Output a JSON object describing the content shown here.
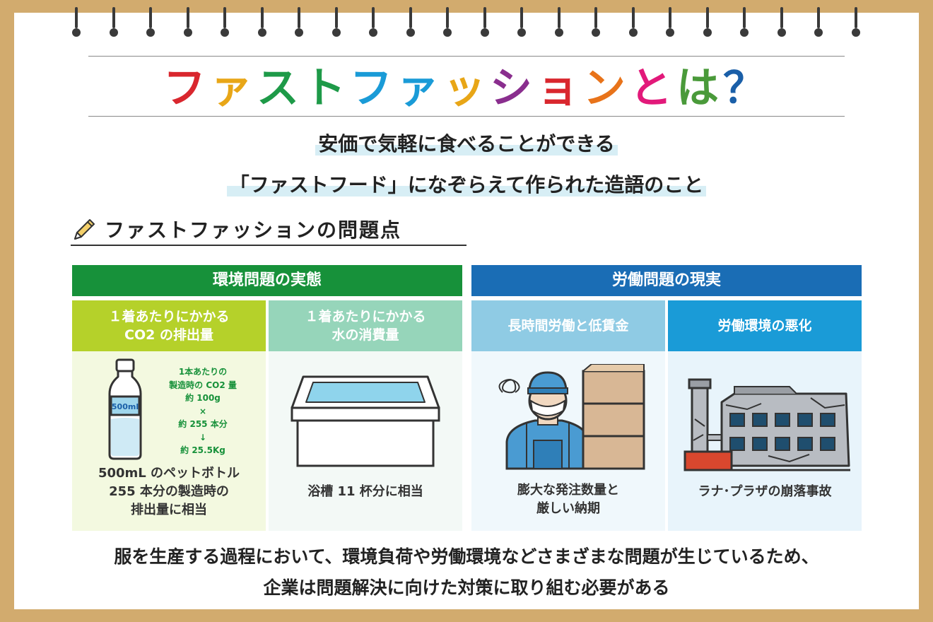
{
  "title": {
    "chars": [
      "フ",
      "ァ",
      "ス",
      "ト",
      "フ",
      "ァ",
      "ッ",
      "シ",
      "ョ",
      "ン",
      "と",
      "は",
      "？"
    ],
    "colors": [
      "#d9272e",
      "#e8a617",
      "#1e9a48",
      "#1e9a48",
      "#1a9bd7",
      "#1a9bd7",
      "#e8a617",
      "#8a2e8e",
      "#d9272e",
      "#e8731a",
      "#e2197a",
      "#4a9a3a",
      "#1a5fa8"
    ]
  },
  "subtitle": {
    "line1": "安価で気軽に食べることができる",
    "line2": "「ファストフード」になぞらえて作られた造語のこと"
  },
  "problem_heading": "ファストファッションの問題点",
  "categories": {
    "environment": "環境問題の実態",
    "labor": "労働問題の現実"
  },
  "columns": {
    "co2": {
      "head1": "１着あたりにかかる",
      "head2": "CO2 の排出量",
      "bottle_label": "500ml",
      "info": [
        "1本あたりの",
        "製造時の CO2 量",
        "約 100g",
        "×",
        "約 255 本分",
        "↓",
        "約 25.5Kg"
      ],
      "cap1": "500mL のペットボトル",
      "cap2": "255 本分の製造時の",
      "cap3": "排出量に相当"
    },
    "water": {
      "head1": "１着あたりにかかる",
      "head2": "水の消費量",
      "cap1": "浴槽 11 杯分に相当"
    },
    "hours": {
      "head1": "長時間労働と低賃金",
      "cap1": "膨大な発注数量と",
      "cap2": "厳しい納期"
    },
    "workenv": {
      "head1": "労働環境の悪化",
      "cap1": "ラナ･プラザの崩落事故"
    }
  },
  "footer": {
    "line1": "服を生産する過程において、環境負荷や労働環境などさまざまな問題が生じているため、",
    "line2": "企業は問題解決に向けた対策に取り組む必要がある"
  },
  "colors": {
    "frame": "#d2ab6e",
    "env_green": "#17913a",
    "co2_lime": "#b5d12a",
    "water_mint": "#96d5ba",
    "labor_blue": "#1a6db5",
    "hours_light": "#8fcbe4",
    "workenv_blue": "#1a9bd7"
  }
}
